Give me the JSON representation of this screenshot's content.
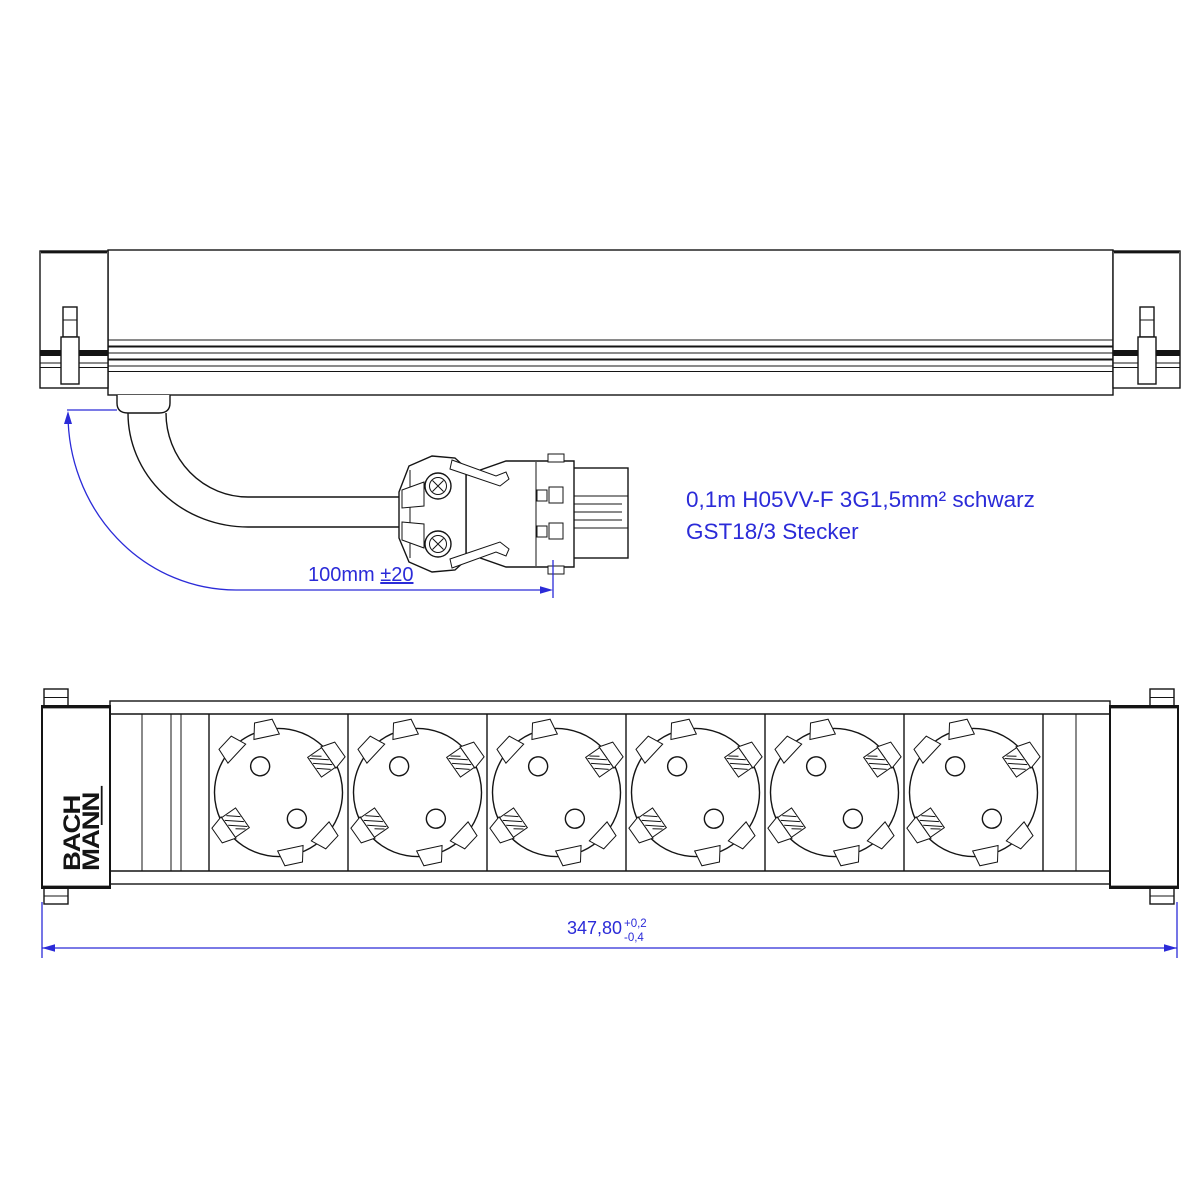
{
  "annotations": {
    "cable_note_line1": "0,1m H05VV-F 3G1,5mm² schwarz",
    "cable_note_line2": "GST18/3 Stecker",
    "cable_dim_value": "100mm ",
    "cable_dim_tolerance": "±20",
    "overall_dim_value": "347,80",
    "overall_dim_tol_upper": "+0,2",
    "overall_dim_tol_lower": "-0,4"
  },
  "logo": {
    "line1": "BACH",
    "line2": "MANN"
  },
  "sockets": {
    "count": 6
  },
  "colors": {
    "annotation_blue": "#2b2bd8",
    "line_ink": "#141414"
  }
}
